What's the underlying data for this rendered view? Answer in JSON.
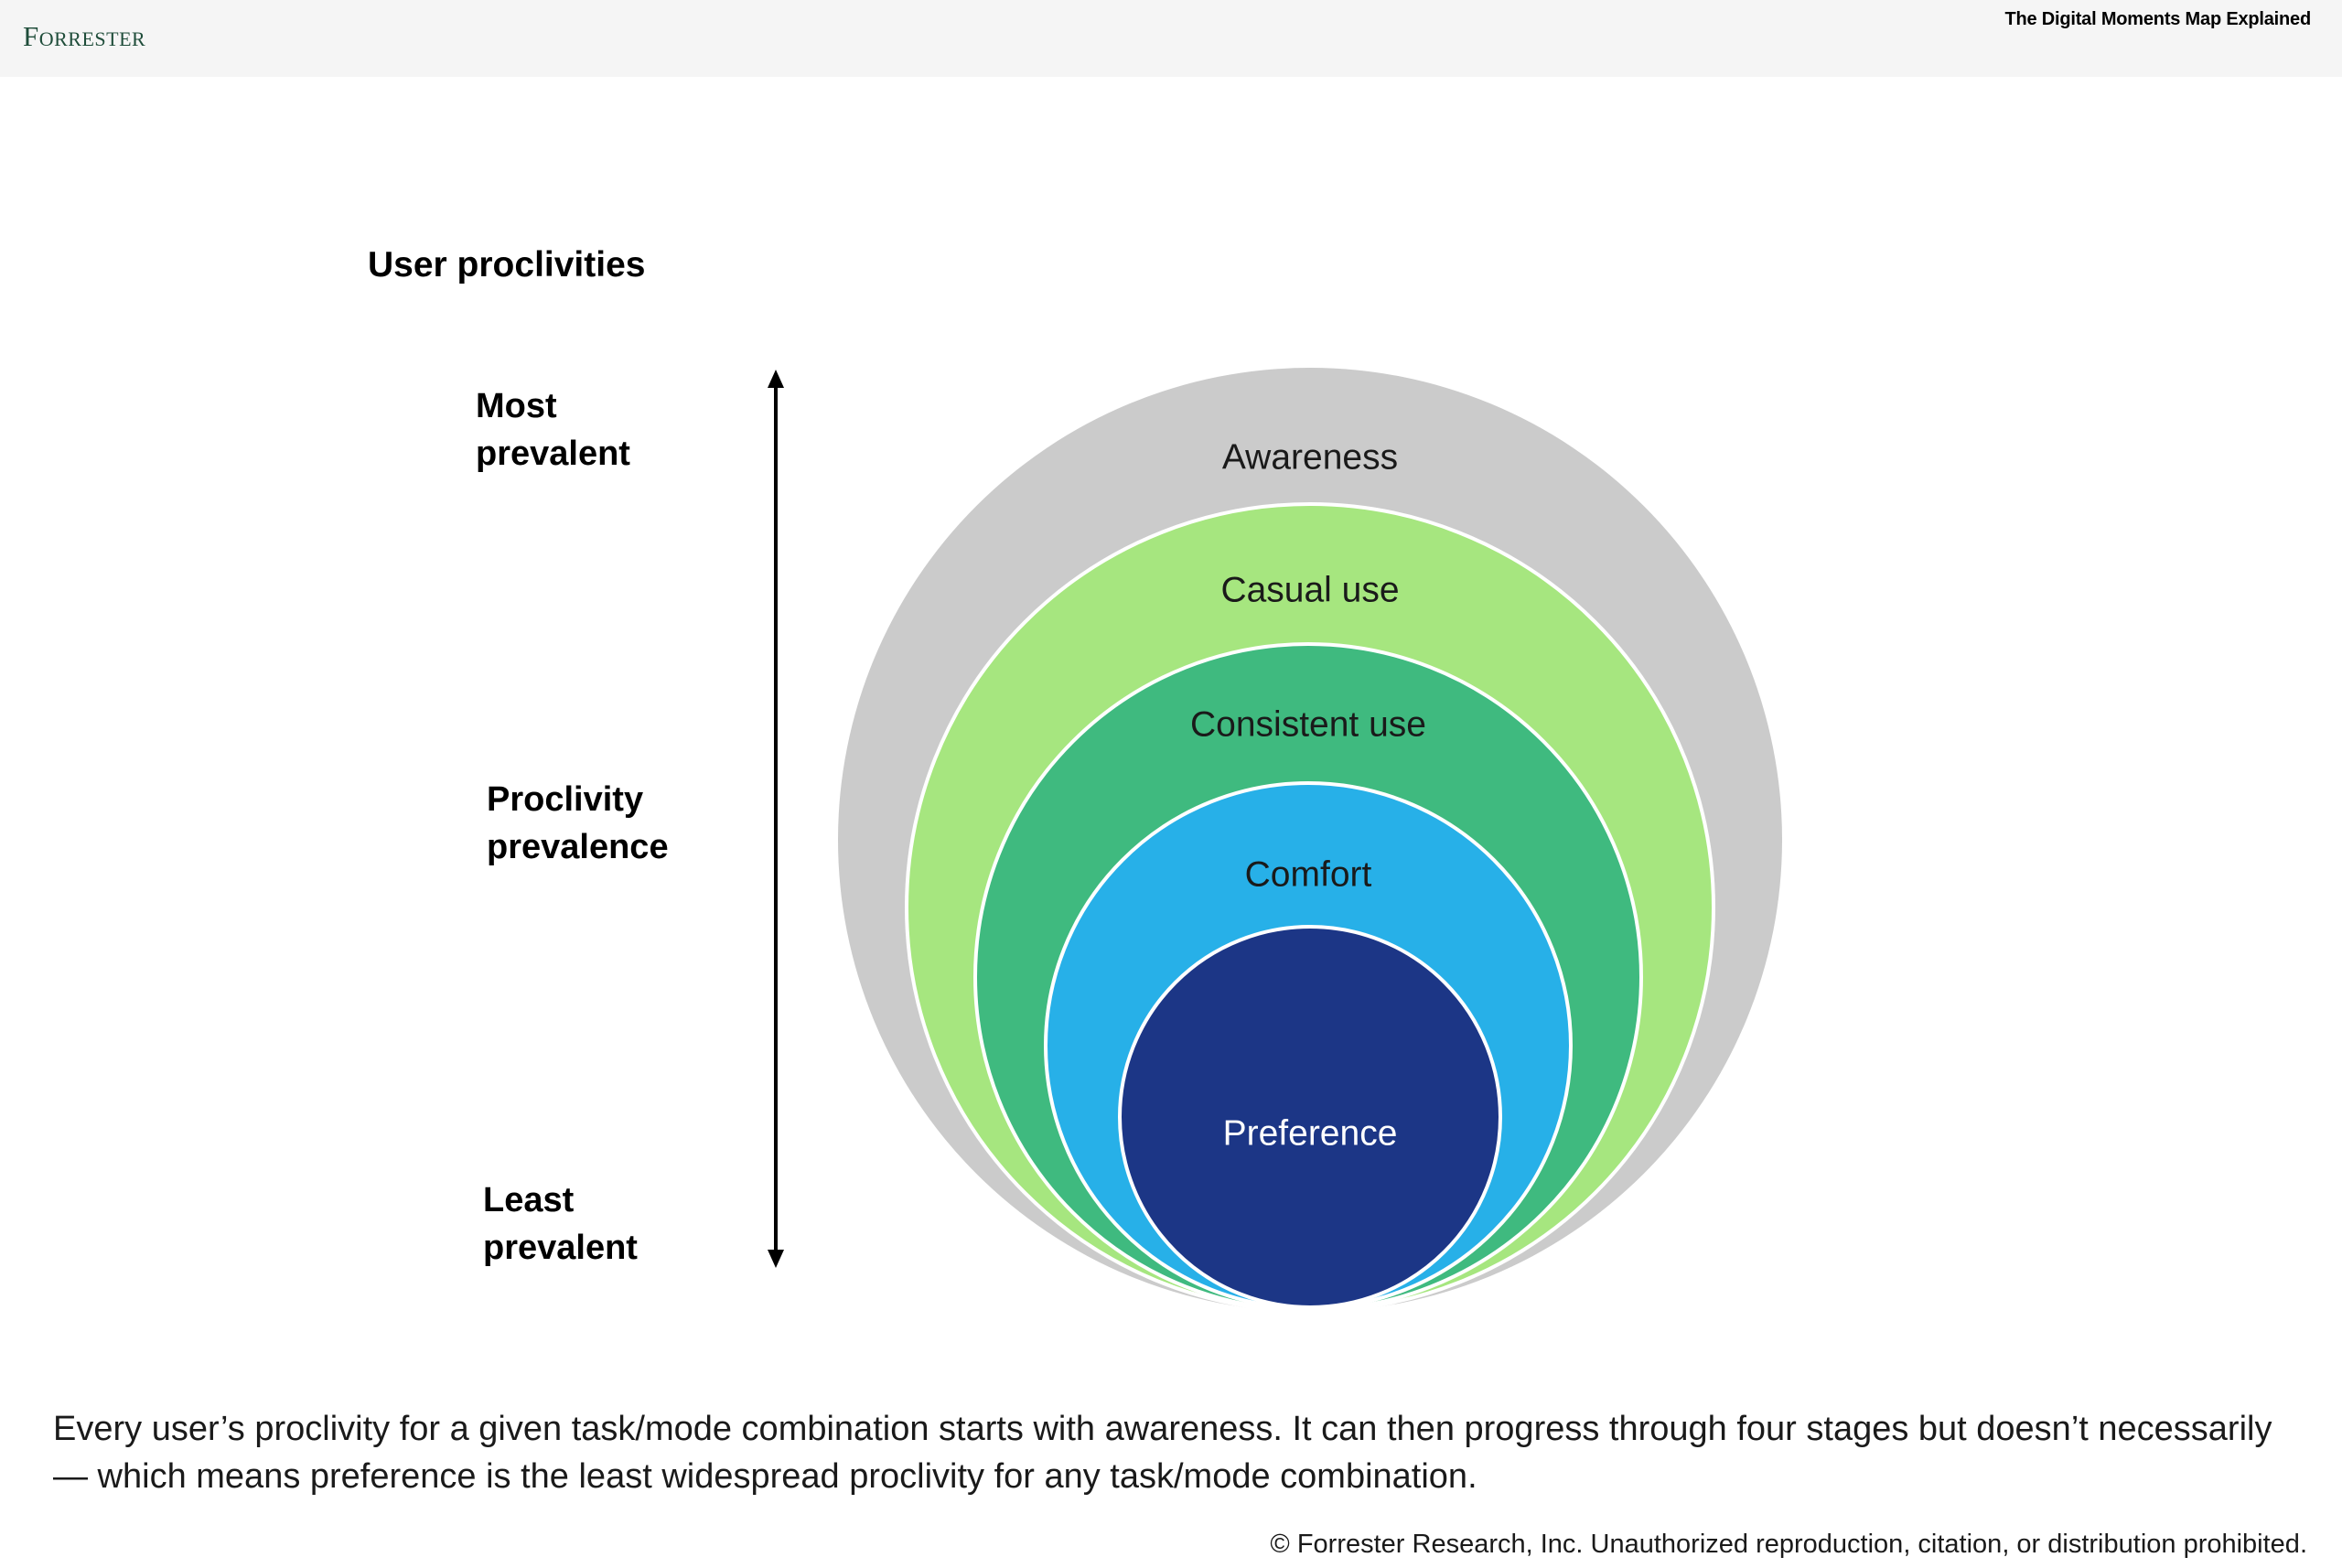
{
  "header": {
    "logo": "Forrester",
    "title": "The Digital Moments Map Explained"
  },
  "diagram": {
    "title": "User proclivities",
    "axis": {
      "top_label": "Most\nprevalent",
      "middle_label": "Proclivity\nprevalence",
      "bottom_label": "Least\nprevalent"
    },
    "stages": [
      {
        "label": "Awareness",
        "color": "#cbcbcb",
        "text_color": "#1a1a1a"
      },
      {
        "label": "Casual use",
        "color": "#a6e67f",
        "text_color": "#1a1a1a"
      },
      {
        "label": "Consistent use",
        "color": "#3fba7f",
        "text_color": "#1a1a1a"
      },
      {
        "label": "Comfort",
        "color": "#27b0e8",
        "text_color": "#1a1a1a"
      },
      {
        "label": "Preference",
        "color": "#1c3686",
        "text_color": "#ffffff"
      }
    ]
  },
  "caption": "Every user’s proclivity for a given task/mode combination starts with awareness. It can then progress through four stages but doesn’t necessarily — which means preference is the least widespread proclivity for any task/mode combination.",
  "copyright": "© Forrester Research, Inc. Unauthorized reproduction, citation, or distribution prohibited."
}
